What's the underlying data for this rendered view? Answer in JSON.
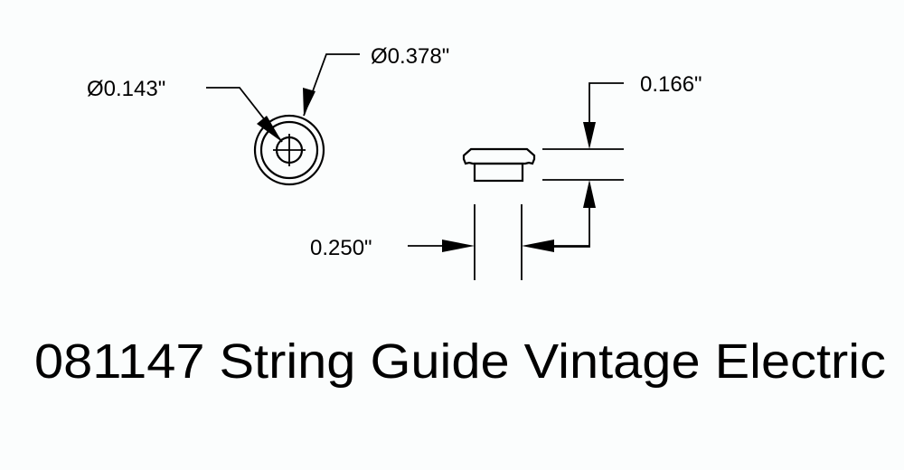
{
  "drawing": {
    "title": "081147 String Guide Vintage Electric",
    "dimensions": {
      "inner_diameter": "Ø0.143\"",
      "outer_diameter": "Ø0.378\"",
      "height": "0.166\"",
      "body_width": "0.250\""
    },
    "views": [
      "top-view",
      "side-view"
    ],
    "colors": {
      "line": "#000000",
      "background": "#fbfdfd"
    }
  }
}
